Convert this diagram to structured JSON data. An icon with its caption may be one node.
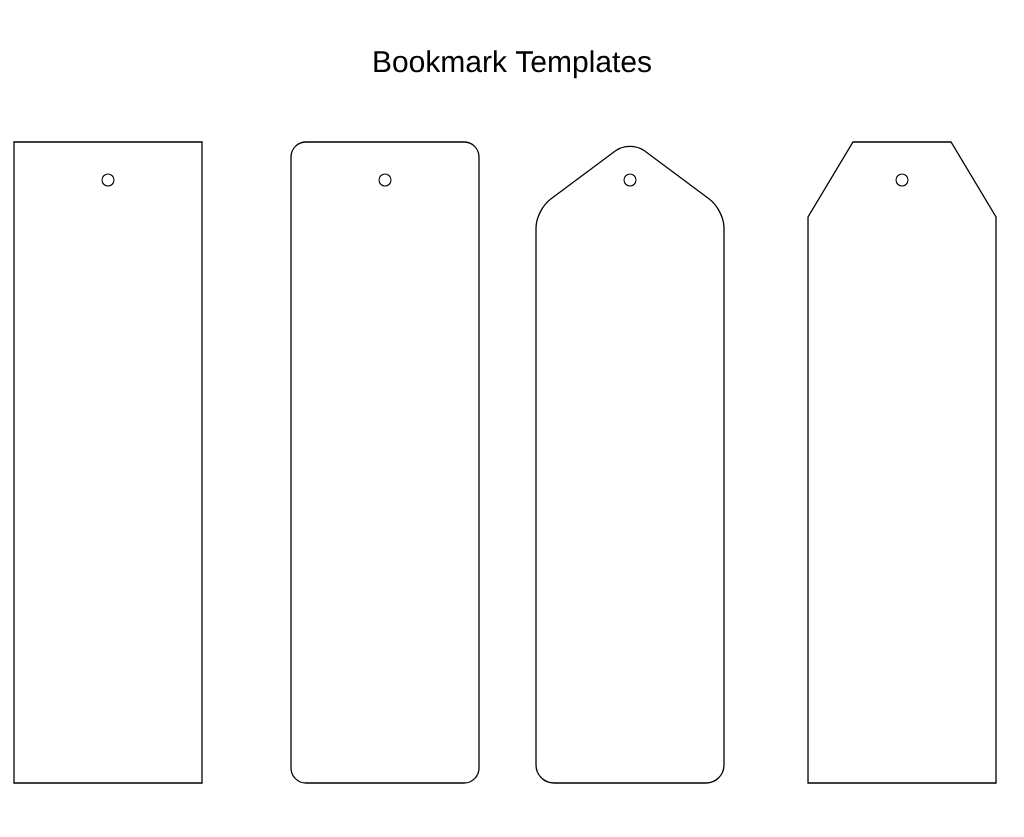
{
  "diagram": {
    "title": "Bookmark Templates",
    "nodes": [
      {
        "text": [],
        "shape": "rectangle"
      },
      {
        "text": [],
        "shape": "rounded"
      },
      {
        "text": [],
        "shape": "pointed"
      },
      {
        "text": [],
        "shape": "tag"
      }
    ]
  }
}
